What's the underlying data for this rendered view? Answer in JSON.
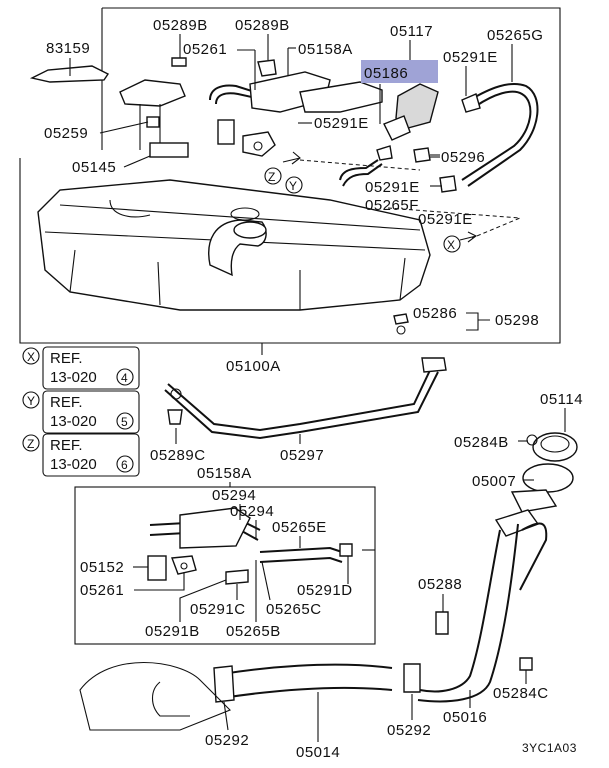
{
  "labels": {
    "p83159": "83159",
    "p05289B_a": "05289B",
    "p05289B_b": "05289B",
    "p05117": "05117",
    "p05265G": "05265G",
    "p05261_top": "05261",
    "p05158A_top": "05158A",
    "p05186": "05186",
    "p05291E_a": "05291E",
    "p05259": "05259",
    "p05291E_b": "05291E",
    "p05145": "05145",
    "p05296": "05296",
    "p05291E_c": "05291E",
    "p05265F": "05265F",
    "p05291E_d": "05291E",
    "p05286": "05286",
    "p05298": "05298",
    "p05100A": "05100A",
    "p05114": "05114",
    "p05289C": "05289C",
    "p05297": "05297",
    "p05284B": "05284B",
    "p05158A_low": "05158A",
    "p05007": "05007",
    "p05294_a": "05294",
    "p05294_b": "05294",
    "p05265E": "05265E",
    "p05152": "05152",
    "p05261_low": "05261",
    "p05291D": "05291D",
    "p05288": "05288",
    "p05291C": "05291C",
    "p05265C": "05265C",
    "p05291B": "05291B",
    "p05265B": "05265B",
    "p05284C": "05284C",
    "p05292_a": "05292",
    "p05292_b": "05292",
    "p05016": "05016",
    "p05014": "05014",
    "code": "3YC1A03"
  },
  "markers": {
    "x": "X",
    "y": "Y",
    "z": "Z"
  },
  "refs": [
    {
      "marker": "X",
      "ref": "REF.",
      "code": "13-020",
      "num": "4"
    },
    {
      "marker": "Y",
      "ref": "REF.",
      "code": "13-020",
      "num": "5"
    },
    {
      "marker": "Z",
      "ref": "REF.",
      "code": "13-020",
      "num": "6"
    }
  ],
  "highlight_color": "#9fa3d6"
}
